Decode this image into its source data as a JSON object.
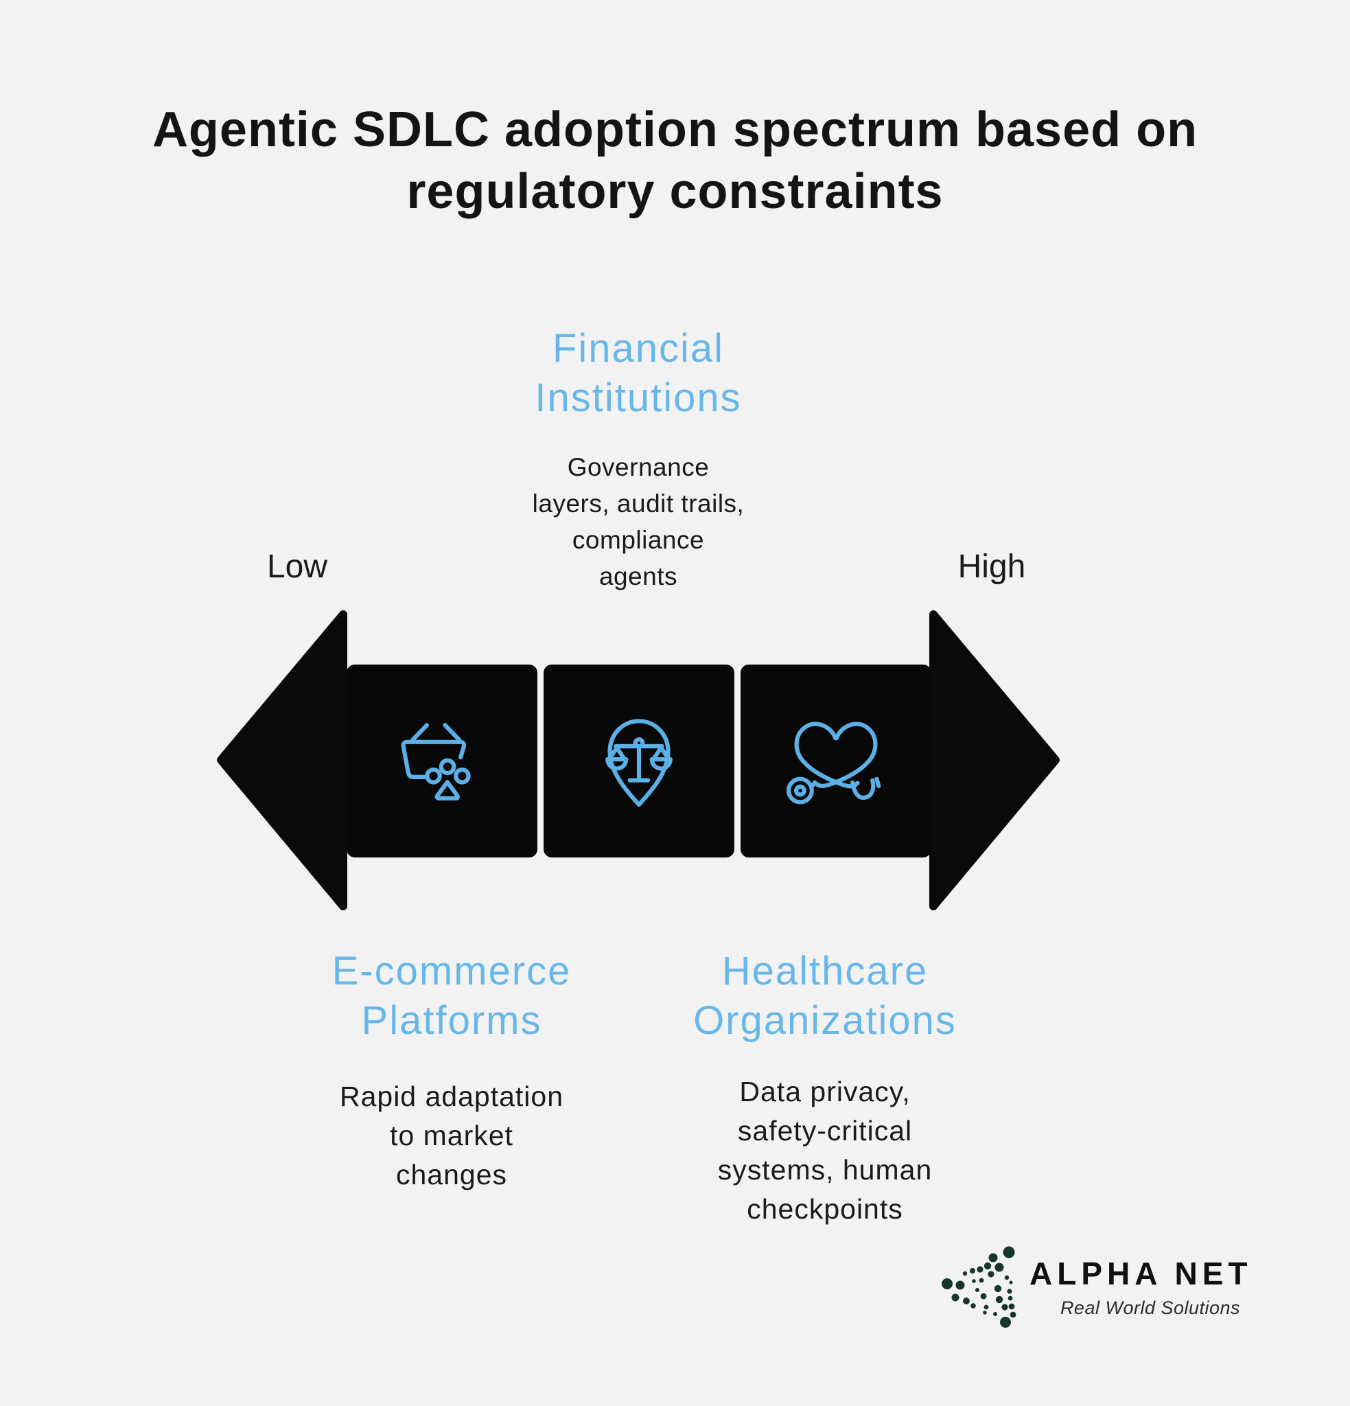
{
  "title": "Agentic SDLC adoption spectrum based on\nregulatory constraints",
  "axis": {
    "low_label": "Low",
    "high_label": "High"
  },
  "sections": {
    "financial": {
      "heading": "Financial\nInstitutions",
      "description": "Governance\nlayers, audit trails,\ncompliance\nagents",
      "icon": "scales-in-location-pin-icon"
    },
    "ecommerce": {
      "heading": "E-commerce\nPlatforms",
      "description": "Rapid adaptation\nto market\nchanges",
      "icon": "shopping-basket-spill-icon"
    },
    "healthcare": {
      "heading": "Healthcare\nOrganizations",
      "description": "Data privacy,\nsafety-critical\nsystems, human\ncheckpoints",
      "icon": "heart-stethoscope-icon"
    }
  },
  "logo": {
    "name": "ALPHA NET",
    "tagline": "Real World Solutions"
  },
  "colors": {
    "background": "#f2f2f2",
    "block_black": "#080808",
    "heading_blue": "#68b7ea",
    "icon_blue": "#5bb0e7",
    "logo_green": "#16362b",
    "text": "#161616"
  }
}
